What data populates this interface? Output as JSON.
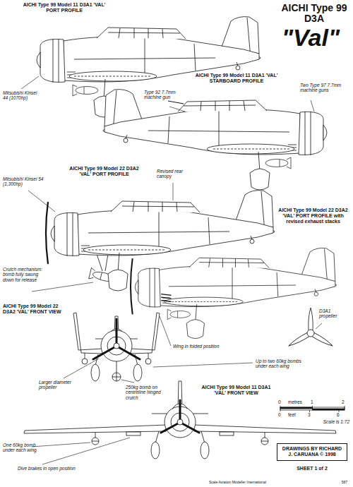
{
  "diagram": {
    "title": "AICHI Type 99 D3A",
    "nodes": [
      {
        "text": [
          "DRAWINGS BY RICHARD J. CARUANA © 1998"
        ]
      }
    ],
    "labels": [
      "\"Val\"",
      "AICHI Type 99 Model 11 D3A1 'VAL' PORT PROFILE",
      "Mitsubishi Kinsei 44 (1070hp)",
      "AICHI Type 99 Model 11 D3A1 'VAL' STARBOARD PROFILE",
      "Type 92 7.7mm machine gun",
      "Two Type 97 7.7mm machine guns",
      "AICHI Type 99 Model 22 D3A2 'VAL' PORT PROFILE",
      "Revised rear canopy",
      "Mitsubishi Kinsei 54 (1,300hp)",
      "AICHI Type 99 Model 22 D3A2 'VAL' PORT PROFILE with revised exhaust stacks",
      "Crutch mechanism: bomb fully swung down for release",
      "AICHI Type 99 Model 22 D3A2 'VAL' FRONT VIEW",
      "Wing in folded position",
      "D3A1 propeller",
      "Up to two 60kg bombs under each wing",
      "Larger diameter propeller",
      "250kg bomb on centreline hinged crutch",
      "AICHI Type 99 Model 11 D3A1 'VAL' FRONT VIEW",
      "0",
      "metres",
      "1",
      "2",
      "0",
      "feet",
      "3",
      "6",
      "Scale is 1:72",
      "One 60kg bomb under each wing",
      "Dive brakes in open position",
      "SHEET 1 of 2",
      "Scale Aviation Modeller International",
      "587"
    ]
  }
}
